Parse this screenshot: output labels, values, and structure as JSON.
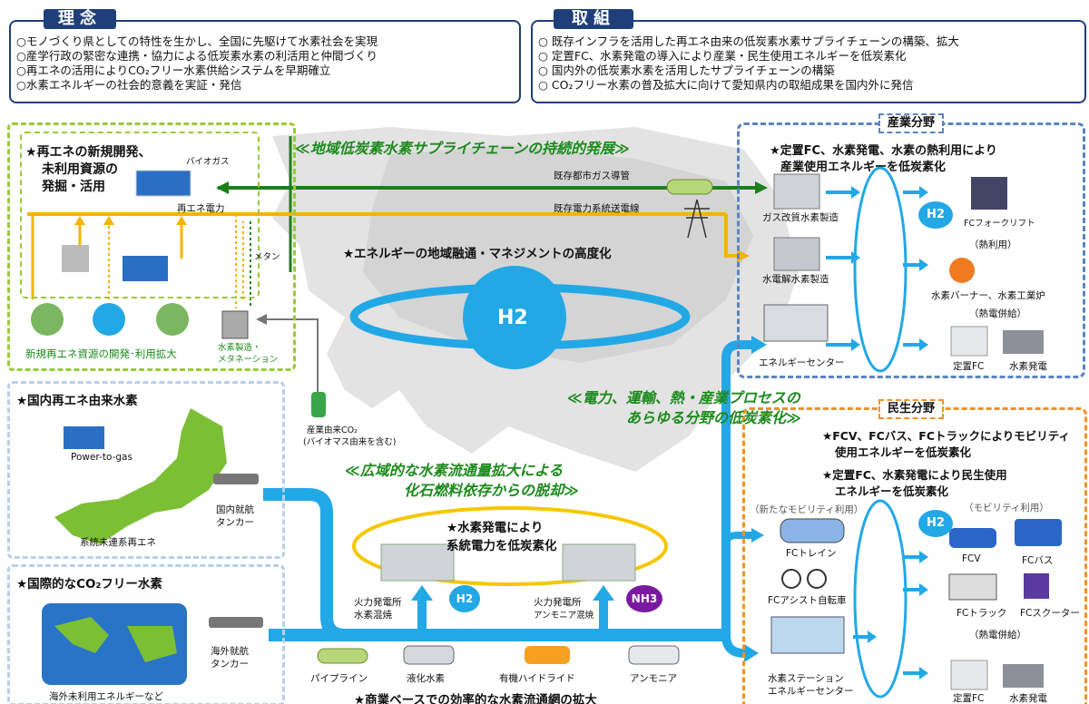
{
  "rinen": {
    "tab": "理念",
    "lines": [
      "○モノづくり県としての特性を生かし、全国に先駆けて水素社会を実現",
      "○産学行政の緊密な連携・協力による低炭素水素の利活用と仲間づくり",
      "○再エネの活用によりCO₂フリー水素供給システムを早期確立",
      "○水素エネルギーの社会的意義を実証・発信"
    ]
  },
  "torikumi": {
    "tab": "取組",
    "lines": [
      "○ 既存インフラを活用した再エネ由来の低炭素水素サプライチェーンの構築、拡大",
      "○ 定置FC、水素発電の導入により産業・民生使用エネルギーを低炭素化",
      "○ 国内外の低炭素水素を活用したサプライチェーンの構築",
      "○ CO₂フリー水素の普及拡大に向けて愛知県内の取組成果を国内外に発信"
    ]
  },
  "headlines": {
    "regional": "≪地域低炭素水素サプライチェーンの持続的発展≫",
    "all_sectors_1": "≪電力、運輸、熱・産業プロセスの",
    "all_sectors_2": "あらゆる分野の低炭素化≫",
    "wide_1": "≪広域的な水素流通量拡大による",
    "wide_2": "化石燃料依存からの脱却≫"
  },
  "renewable": {
    "title_1": "★再エネの新規開発、",
    "title_2": "未利用資源の",
    "title_3": "発掘・活用",
    "biogas": "バイオガス",
    "power": "再エネ電力",
    "methane": "メタン",
    "new_resource": "新規再エネ資源の開発･利用拡大",
    "methanation_1": "水素製造・",
    "methanation_2": "メタネーション"
  },
  "pipes": {
    "gas": "既存都市ガス導管",
    "power": "既存電力系統送電線"
  },
  "center": {
    "mgmt": "★エネルギーの地域融通・マネジメントの高度化",
    "h2": "H2",
    "co2_1": "産業由来CO₂",
    "co2_2": "(バイオマス由来を含む)"
  },
  "industry": {
    "tab": "産業分野",
    "title_1": "★定置FC、水素発電、水素の熱利用により",
    "title_2": "産業使用エネルギーを低炭素化",
    "gas_reform": "ガス改質水素製造",
    "electrolysis": "水電解水素製造",
    "energy_center": "エネルギーセンター",
    "h2": "H2",
    "forklift": "FCフォークリフト",
    "heat_use": "（熱利用）",
    "burner": "水素バーナー、水素工業炉",
    "chp": "（熱電併給）",
    "fixed_fc": "定置FC",
    "h2_power": "水素発電"
  },
  "domestic_re": {
    "title": "★国内再エネ由来水素",
    "p2g": "Power-to-gas",
    "offgrid": "系統未連系再エネ"
  },
  "intl": {
    "title": "★国際的なCO₂フリー水素",
    "overseas": "海外未利用エネルギーなど"
  },
  "tankers": {
    "domestic_1": "国内就航",
    "domestic_2": "タンカー",
    "overseas_1": "海外就航",
    "overseas_2": "タンカー"
  },
  "thermal": {
    "title_1": "★水素発電により",
    "title_2": "系統電力を低炭素化",
    "plant1_1": "火力発電所",
    "plant1_2": "水素混焼",
    "plant2_1": "火力発電所",
    "plant2_2": "アンモニア混焼",
    "h2": "H2",
    "nh3": "NH3"
  },
  "carriers": {
    "pipeline": "パイプライン",
    "lh2": "液化水素",
    "ohc": "有機ハイドライド",
    "nh3": "アンモニア"
  },
  "commerce": "★商業ベースでの効率的な水素流通網の拡大",
  "civil": {
    "tab": "民生分野",
    "title_1": "★FCV、FCバス、FCトラックによりモビリティ",
    "title_2": "使用エネルギーを低炭素化",
    "title_3": "★定置FC、水素発電により民生使用",
    "title_4": "エネルギーを低炭素化",
    "new_mobility": "（新たなモビリティ利用）",
    "mobility": "（モビリティ利用）",
    "h2": "H2",
    "fc_train": "FCトレイン",
    "fc_bike": "FCアシスト自転車",
    "fcv": "FCV",
    "fc_bus": "FCバス",
    "fc_truck": "FCトラック",
    "fc_scooter": "FCスクーター",
    "chp": "（熱電併給）",
    "station_1": "水素ステーション",
    "station_2": "エネルギーセンター",
    "fixed_fc": "定置FC",
    "h2_power": "水素発電"
  },
  "colors": {
    "navy": "#1f3f7a",
    "green": "#1c8a1c",
    "cyan": "#23a8e6",
    "yellow": "#f5b400",
    "orange": "#f0922a",
    "lime": "#9dc93a"
  }
}
